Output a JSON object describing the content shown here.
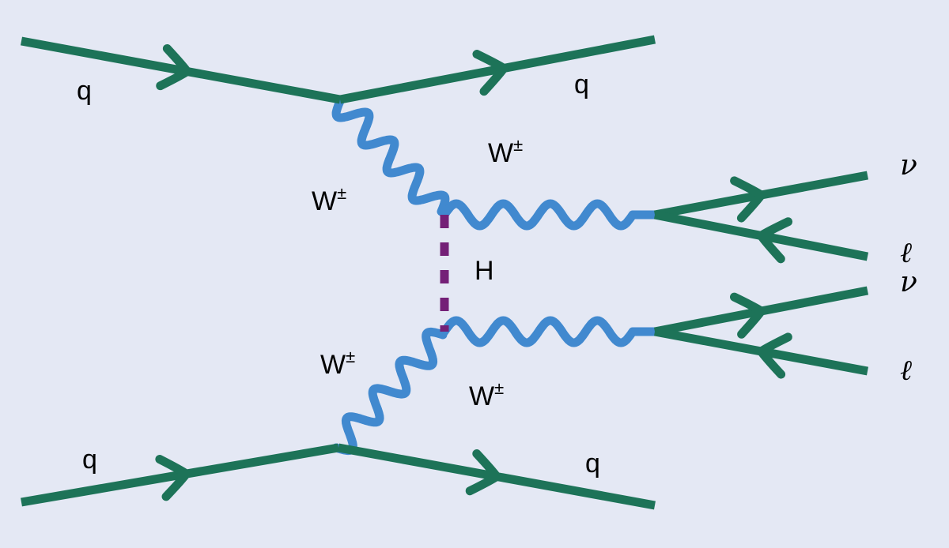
{
  "diagram": {
    "title": "Higgs production via W boson fusion with decay to W bosons",
    "colors": {
      "background": "#e4e8f4",
      "fermion": "#1d7358",
      "boson": "#4189cf",
      "higgs": "#742077",
      "text": "#000000"
    },
    "labels": {
      "quark_in_top": "q",
      "quark_out_top": "q",
      "quark_in_bottom": "q",
      "quark_out_bottom": "q",
      "w_exchange_top": "W",
      "w_exchange_top_charge": "±",
      "w_exchange_bottom": "W",
      "w_exchange_bottom_charge": "±",
      "w_decay_top": "W",
      "w_decay_top_charge": "±",
      "w_decay_bottom": "W",
      "w_decay_bottom_charge": "±",
      "higgs": "H",
      "neutrino_1": "ν",
      "lepton_1": "ℓ",
      "neutrino_2": "ν",
      "lepton_2": "ℓ"
    },
    "particles": [
      {
        "name": "quark-line-top",
        "type": "fermion",
        "label": "q"
      },
      {
        "name": "quark-line-bottom",
        "type": "fermion",
        "label": "q"
      },
      {
        "name": "w-propagator-top",
        "type": "boson",
        "label": "W±"
      },
      {
        "name": "w-propagator-bottom",
        "type": "boson",
        "label": "W±"
      },
      {
        "name": "higgs-propagator",
        "type": "scalar",
        "label": "H"
      },
      {
        "name": "w-outgoing-top",
        "type": "boson",
        "label": "W±"
      },
      {
        "name": "w-outgoing-bottom",
        "type": "boson",
        "label": "W±"
      },
      {
        "name": "lepton-pair-top",
        "type": "fermion",
        "label": "ν ℓ"
      },
      {
        "name": "lepton-pair-bottom",
        "type": "fermion",
        "label": "ν ℓ"
      }
    ]
  }
}
